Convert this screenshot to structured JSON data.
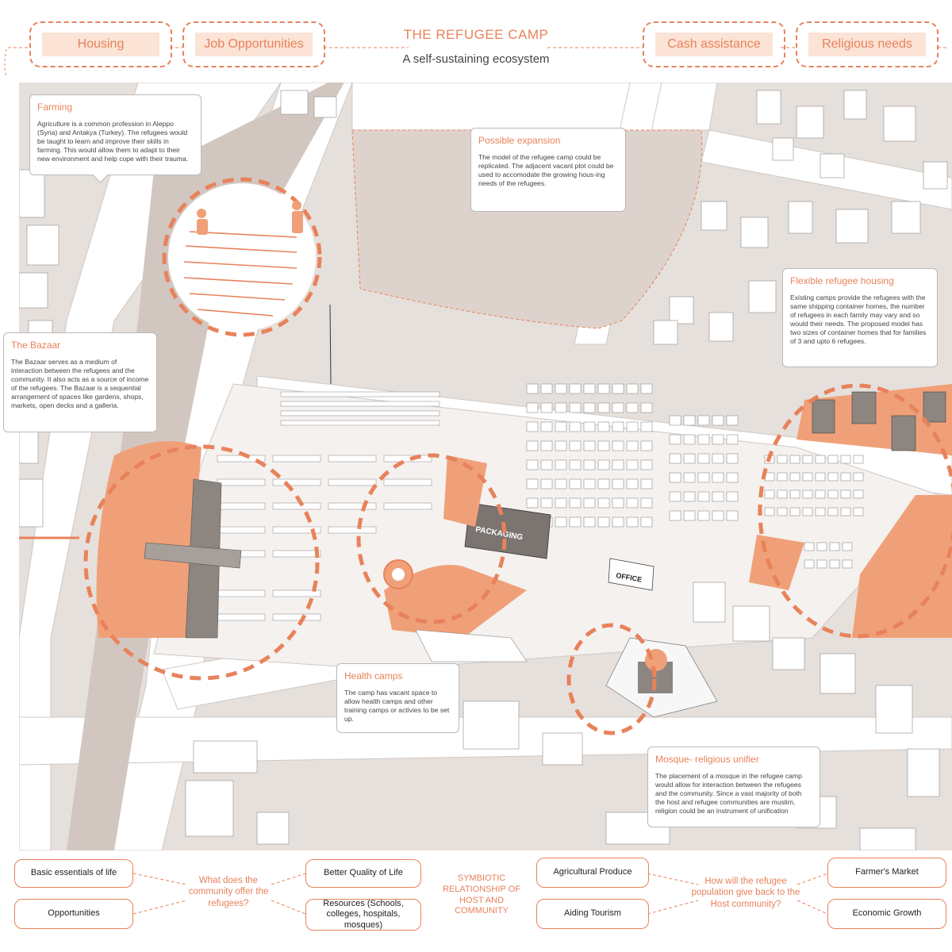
{
  "header": {
    "title": "THE REFUGEE CAMP",
    "subtitle": "A self-sustaining ecosystem",
    "pills": [
      "Housing",
      "Job Opportunities",
      "Cash assistance",
      "Religious needs"
    ]
  },
  "colors": {
    "accent": "#e8825a",
    "accent_fill": "#f0a078",
    "ground": "#e6e0dc",
    "road": "#ffffff",
    "building": "#f7f7f7",
    "dark_plot": "#d9cfc8"
  },
  "map": {
    "building_labels": {
      "packaging": "PACKAGING",
      "office": "OFFICE"
    }
  },
  "callouts": {
    "farming": {
      "title": "Farming",
      "body": "Agriculture is a common profession in Aleppo (Syria) and Antakya (Turkey). The refugees would be taught to learn and improve their skills in farming. This would allow them to adapt to their new environment and help cope with their trauma."
    },
    "expansion": {
      "title": "Possible expansion",
      "body": "The model of the refugee camp could be replicated. The adjacent vacant plot could be used to accomodate the growing hous-ing needs of the refugees."
    },
    "bazaar": {
      "title": "The Bazaar",
      "body": "The Bazaar serves as a medium of interaction between the refugees and the community. It also acts as a source of income of the refugees. The Bazaar is a sequential arrangement of spaces like gardens, shops, markets, open decks and a galleria."
    },
    "housing": {
      "title": "Flexible refugee housing",
      "body": "Existing camps provide the refugees with the same shipping container homes, the number of refugees in each family may vary and so would their needs. The proposed model has two sizes of container homes that for families of 3 and upto 6 refugees."
    },
    "health": {
      "title": "Health camps",
      "body": "The camp has vacant space to allow health camps and other training camps or activies to be set up."
    },
    "mosque": {
      "title": "Mosque- religious unifier",
      "body": "The placement of a mosque in the refugee camp would allow for interaction between the refugees and the community. Since a vast majority of both the host and refugee communities are muslim, religion could be an instrument of unification"
    }
  },
  "footer": {
    "left": [
      "Basic essentials of life",
      "Opportunities"
    ],
    "question_left": "What does the community offer the refugees?",
    "mid": [
      "Better Quality of Life",
      "Resources (Schools, colleges, hospitals, mosques)"
    ],
    "center": "SYMBIOTIC RELATIONSHIP OF HOST AND COMMUNITY",
    "right_in": [
      "Agricultural Produce",
      "Aiding Tourism"
    ],
    "question_right": "How will the refugee population give back to the Host community?",
    "right_out": [
      "Farmer's Market",
      "Economic Growth"
    ]
  }
}
